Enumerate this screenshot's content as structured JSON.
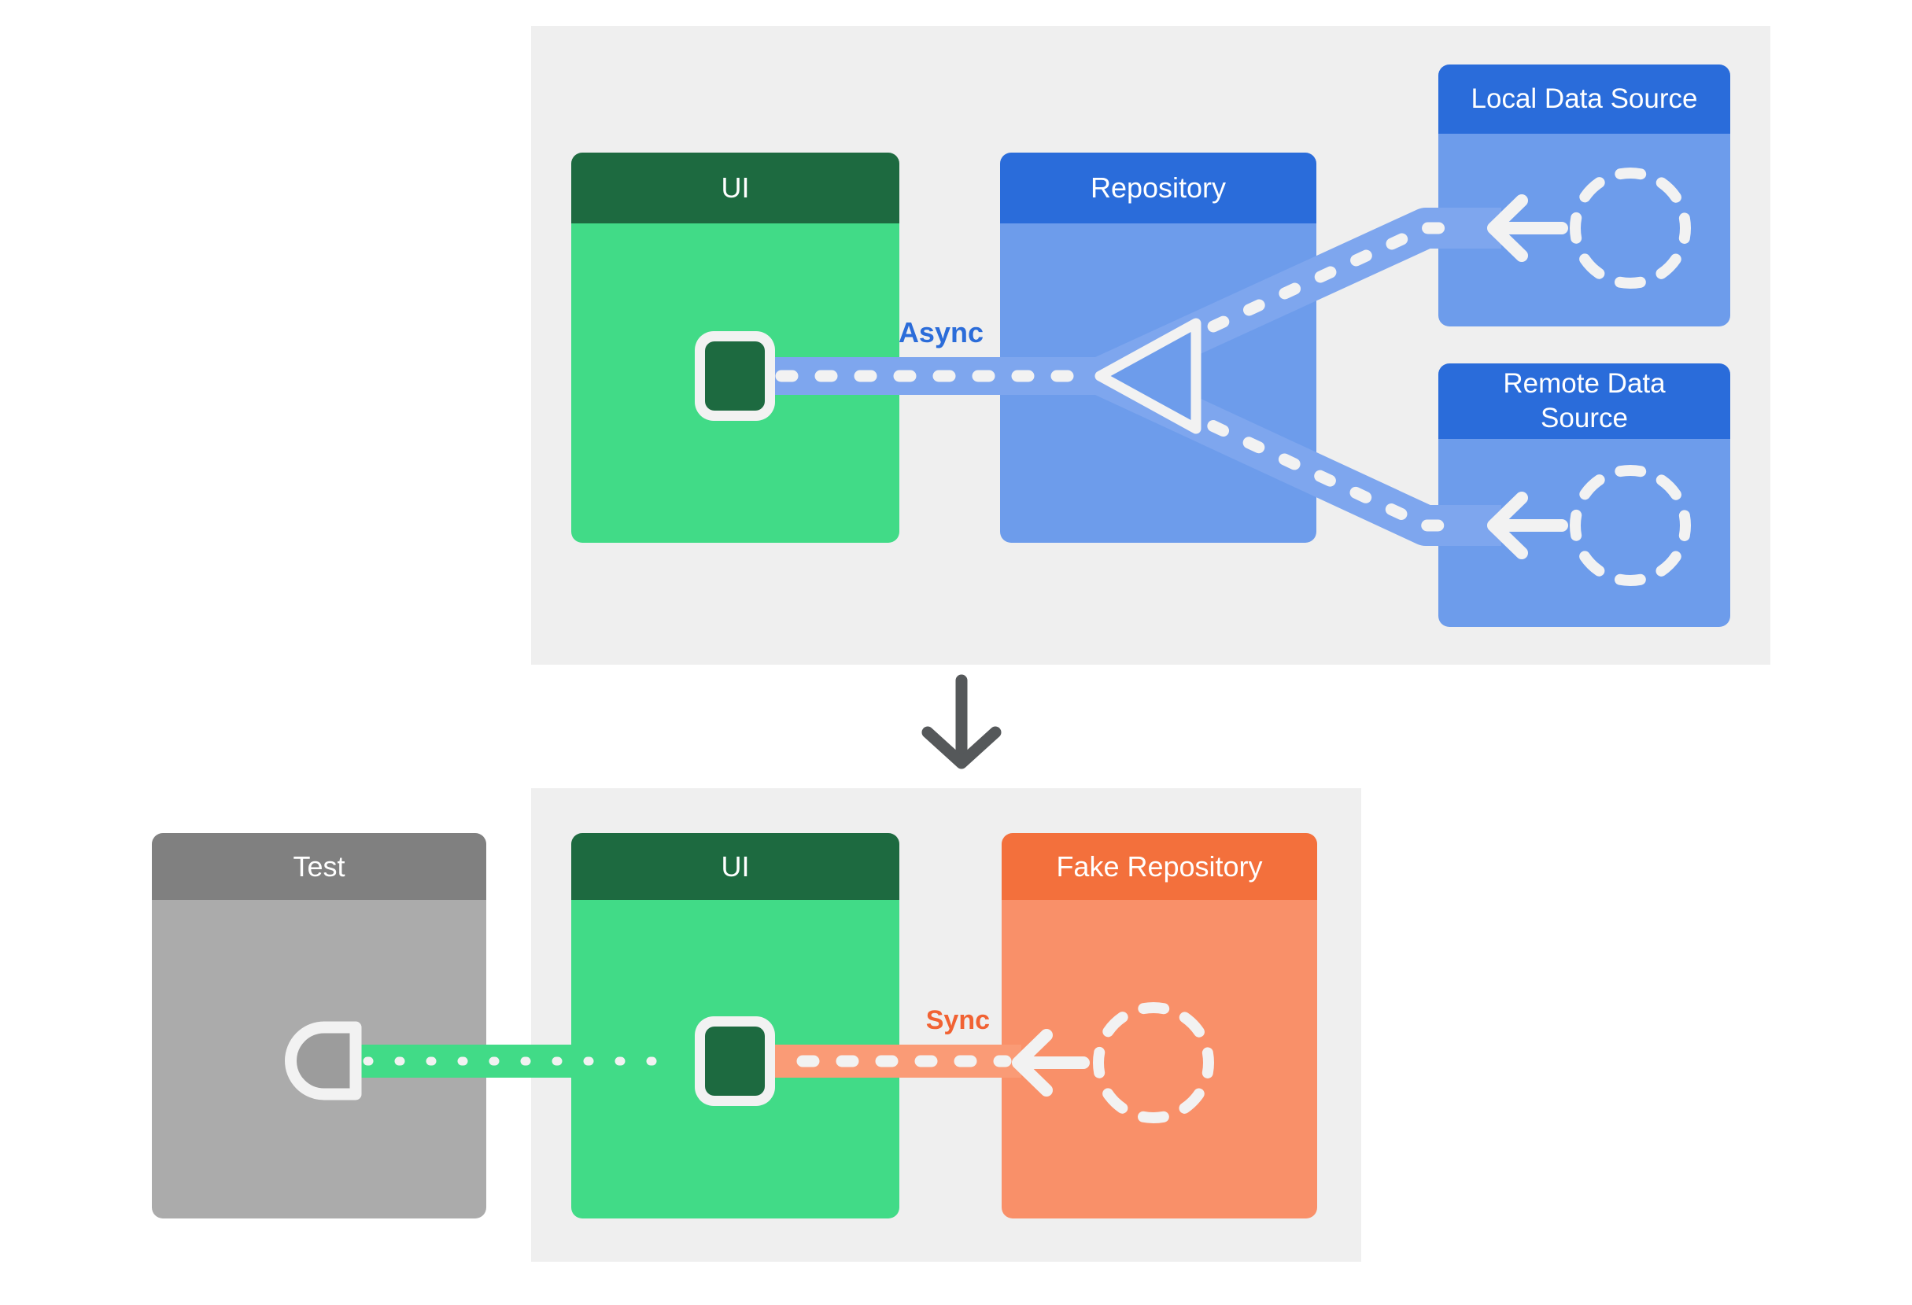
{
  "diagram": {
    "description": "Architecture testing diagram: real repository with async data sources replaced by a fake repository with sync access under test"
  },
  "boxes": {
    "ui_top": {
      "title": "UI"
    },
    "repository": {
      "title": "Repository"
    },
    "local_data_source": {
      "title": "Local Data Source"
    },
    "remote_data_source": {
      "title": "Remote Data Source"
    },
    "test": {
      "title": "Test"
    },
    "ui_bottom": {
      "title": "UI"
    },
    "fake_repository": {
      "title": "Fake Repository"
    }
  },
  "labels": {
    "async": "Async",
    "sync": "Sync"
  },
  "colors": {
    "panel_bg": "#EFEFEF",
    "green_header": "#1D6A40",
    "green_body": "#41DB87",
    "blue_header": "#2A6CDA",
    "blue_body": "#6D9CEB",
    "blue_band": "#7EA6EE",
    "orange_header": "#F3703C",
    "orange_body": "#F99069",
    "orange_band": "#FA9B76",
    "gray_header": "#808080",
    "gray_body": "#ABABAB",
    "test_socket_fill": "#9C9C9C",
    "async_label": "#2B6CD9",
    "sync_label": "#F16233",
    "down_arrow": "#55585A",
    "stroke_white": "#F2F2F2"
  }
}
